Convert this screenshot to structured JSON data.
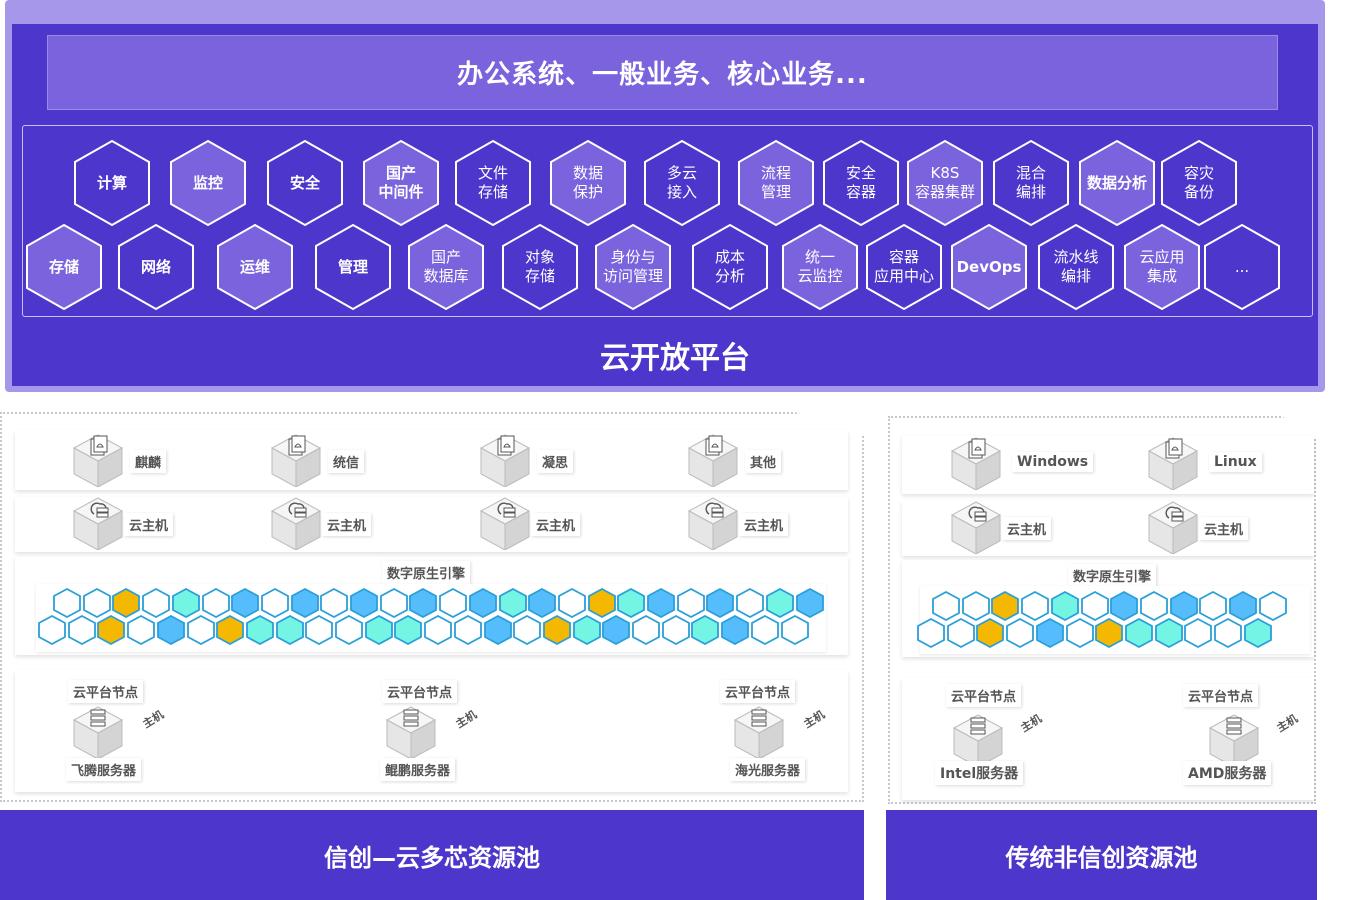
{
  "platform": {
    "banner": "办公系统、一般业务、核心业务...",
    "title": "云开放平台",
    "services_row1": [
      {
        "label": "计算",
        "bold": true,
        "light": false
      },
      {
        "label": "监控",
        "bold": true,
        "light": true
      },
      {
        "label": "安全",
        "bold": true,
        "light": false
      },
      {
        "label": "国产\n中间件",
        "bold": true,
        "light": true
      },
      {
        "label": "文件\n存储",
        "bold": false,
        "light": false
      },
      {
        "label": "数据\n保护",
        "bold": false,
        "light": true
      },
      {
        "label": "多云\n接入",
        "bold": false,
        "light": false
      },
      {
        "label": "流程\n管理",
        "bold": false,
        "light": true
      },
      {
        "label": "安全\n容器",
        "bold": false,
        "light": false
      },
      {
        "label": "K8S\n容器集群",
        "bold": false,
        "light": true
      },
      {
        "label": "混合\n编排",
        "bold": false,
        "light": false
      },
      {
        "label": "数据分析",
        "bold": true,
        "light": true
      },
      {
        "label": "容灾\n备份",
        "bold": false,
        "light": false
      }
    ],
    "services_row2": [
      {
        "label": "存储",
        "bold": true,
        "light": true
      },
      {
        "label": "网络",
        "bold": true,
        "light": false
      },
      {
        "label": "运维",
        "bold": true,
        "light": true
      },
      {
        "label": "管理",
        "bold": true,
        "light": false
      },
      {
        "label": "国产\n数据库",
        "bold": false,
        "light": true
      },
      {
        "label": "对象\n存储",
        "bold": false,
        "light": false
      },
      {
        "label": "身份与\n访问管理",
        "bold": false,
        "light": true
      },
      {
        "label": "成本\n分析",
        "bold": false,
        "light": false
      },
      {
        "label": "统一\n云监控",
        "bold": false,
        "light": true
      },
      {
        "label": "容器\n应用中心",
        "bold": false,
        "light": false
      },
      {
        "label": "DevOps",
        "bold": true,
        "light": true
      },
      {
        "label": "流水线\n编排",
        "bold": false,
        "light": false
      },
      {
        "label": "云应用\n集成",
        "bold": false,
        "light": true
      },
      {
        "label": "...",
        "bold": false,
        "light": false
      }
    ]
  },
  "colors": {
    "primary": "#4c36cb",
    "light": "#7b63de",
    "hex_white": "#ffffff",
    "hex_yellow": "#f5b800",
    "hex_cyan": "#74f5e4",
    "hex_blue": "#56bdfd",
    "hex_stroke": "#2a9fd8"
  },
  "xinchuang": {
    "title": "信创—云多芯资源池",
    "os": [
      "麒麟",
      "统信",
      "凝思",
      "其他"
    ],
    "vm": [
      "云主机",
      "云主机",
      "云主机",
      "云主机"
    ],
    "engine": "数字原生引擎",
    "engine_row1": "wwywcwbwbwbwbwbcbwycbwbwcb",
    "engine_row2": "wwywbwyccwwccwwbwycbwwcbww",
    "node_label": "云平台节点",
    "host_label": "主机",
    "servers": [
      "飞腾服务器",
      "鲲鹏服务器",
      "海光服务器"
    ]
  },
  "traditional": {
    "title": "传统非信创资源池",
    "os": [
      "Windows",
      "Linux"
    ],
    "vm": [
      "云主机",
      "云主机"
    ],
    "engine": "数字原生引擎",
    "engine_row1": "wwywcwbwbwbw",
    "engine_row2": "wwywbwyccwwc",
    "node_label": "云平台节点",
    "host_label": "主机",
    "servers": [
      "Intel服务器",
      "AMD服务器"
    ]
  }
}
